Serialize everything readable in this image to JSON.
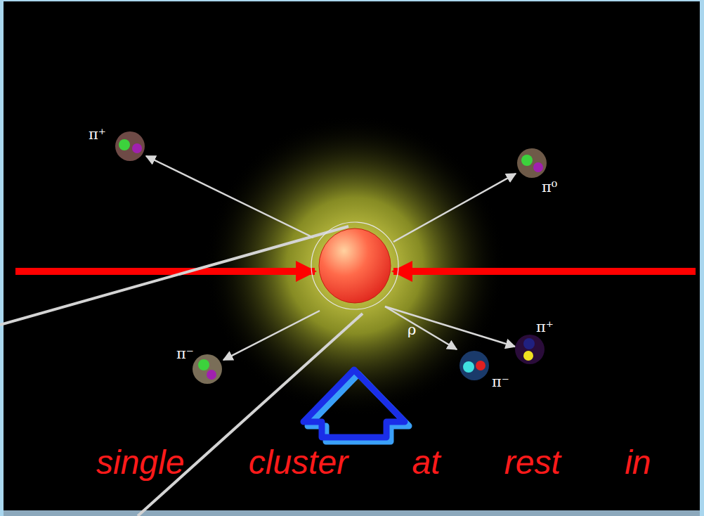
{
  "diagram": {
    "caption": "single cluster at rest in",
    "labels": [
      "π⁺",
      "π⁰",
      "π⁻",
      "ρ",
      "π⁺",
      "π⁻"
    ]
  }
}
